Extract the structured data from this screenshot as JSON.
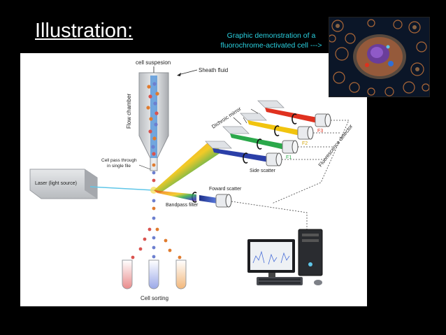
{
  "slide": {
    "title": "Illustration:",
    "caption": {
      "line1": "Graphic demonstration of a",
      "line2": "fluorochrome-activated cell --->"
    }
  },
  "diagram": {
    "labels": {
      "cell_suspension": "cell suspesion",
      "sheath_fluid": "Sheath fluid",
      "flow_chamber": "Flow chamber",
      "dichroic_mirror": "Dichroic mirror",
      "f3": "F3",
      "f2": "F2",
      "f1": "F1",
      "fluorescence_detector": "Fluorescence detector",
      "side_scatter": "Side scatter",
      "cell_pass_line1": "Cell pass through",
      "cell_pass_line2": "in single file",
      "laser": "Laser (light source)",
      "forward_scatter": "Foward scatter",
      "bandpass_filter": "Bandpass filter",
      "cell_sorting": "Cell sorting"
    },
    "colors": {
      "f3": "#e0311f",
      "f2": "#f1c40f",
      "f1": "#2aa84a",
      "side_scatter": "#2b3fa8",
      "forward_scatter": "#2b3fa8",
      "flow_chamber_stream": "#4a8fd8"
    }
  }
}
